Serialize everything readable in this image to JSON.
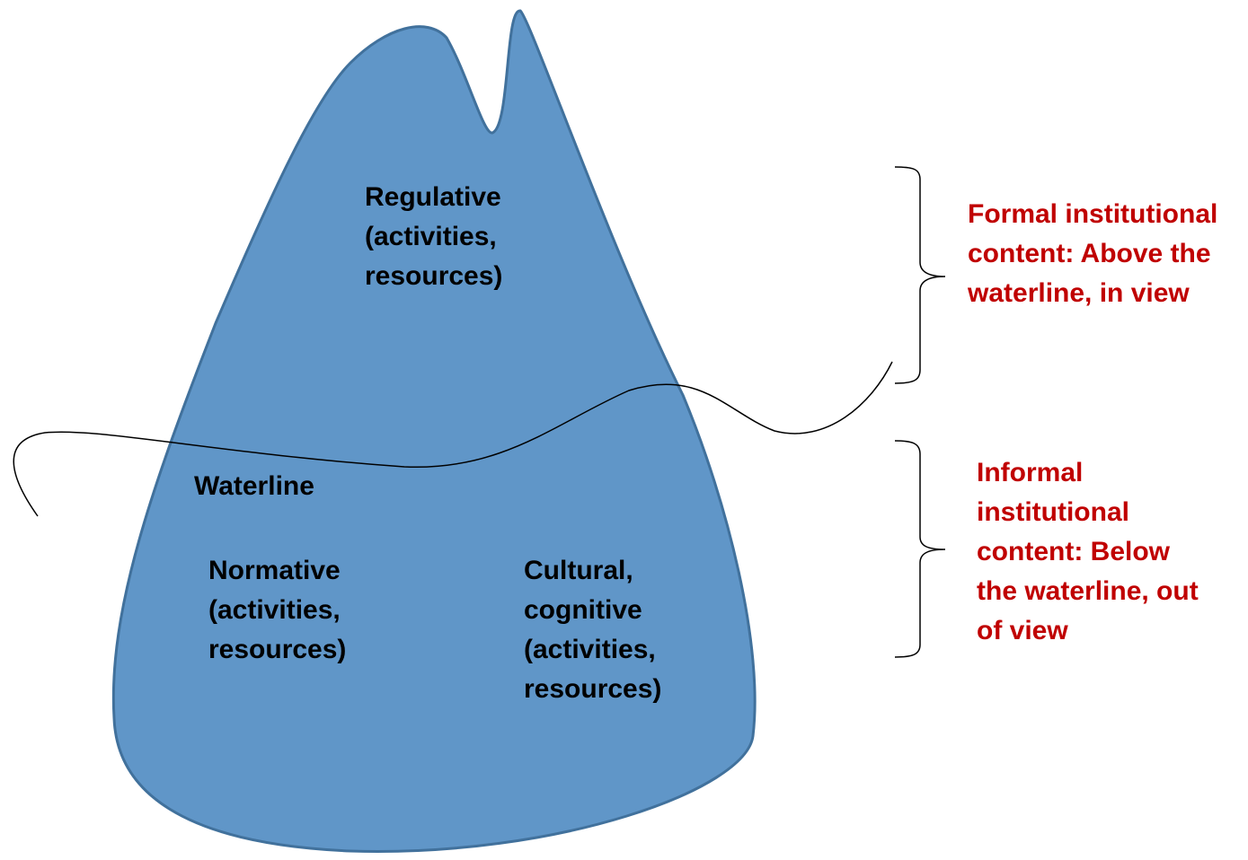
{
  "colors": {
    "iceberg_fill": "#6096c8",
    "iceberg_stroke": "#41719c",
    "annotation_red": "#c00000",
    "line": "#000000"
  },
  "iceberg": {
    "regulative": "Regulative\n(activities,\nresources)",
    "waterline": "Waterline",
    "normative": "Normative\n(activities,\nresources)",
    "cultural": "Cultural,\ncognitive\n(activities,\nresources)"
  },
  "annotations": {
    "formal": "Formal institutional\ncontent: Above the\nwaterline, in view",
    "informal": "Informal\ninstitutional\ncontent: Below\nthe waterline, out\nof view"
  }
}
